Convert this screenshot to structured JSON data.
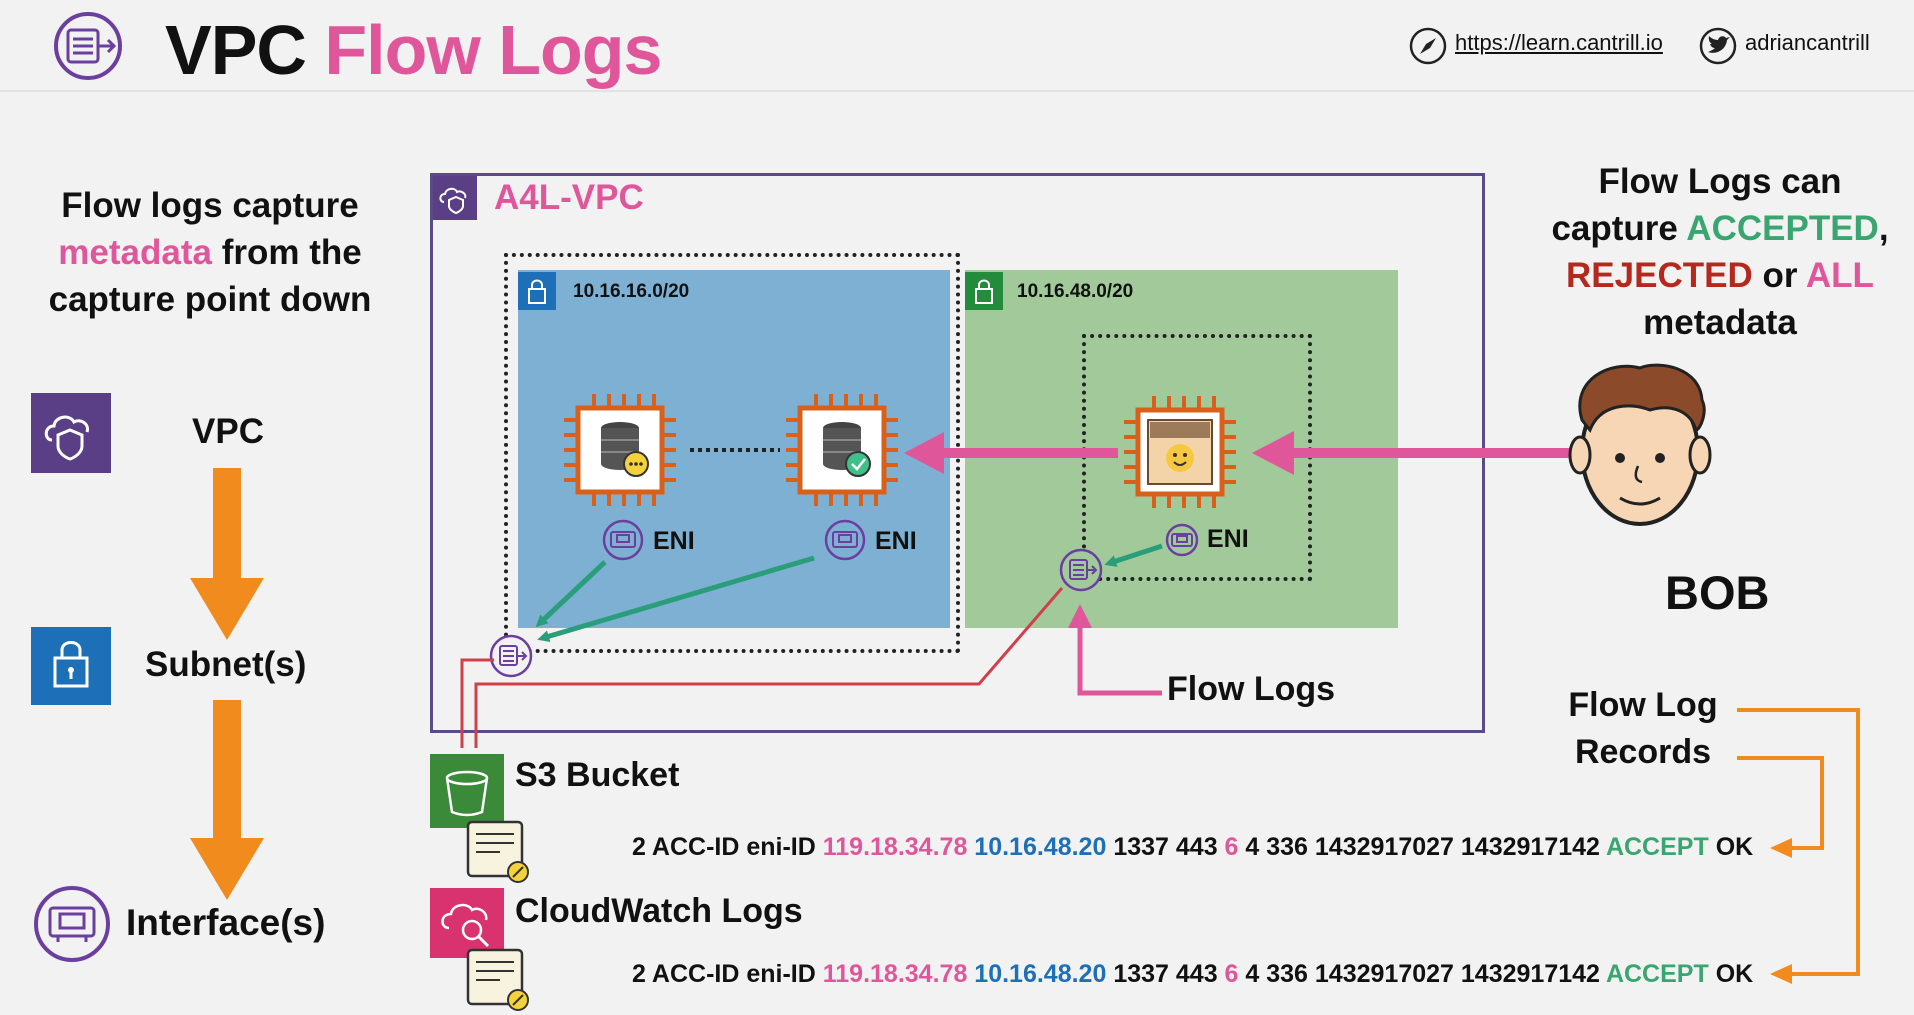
{
  "header": {
    "title_part1": "VPC",
    "title_part2": "Flow Logs",
    "link": "https://learn.cantrill.io",
    "handle": "adriancantrill",
    "title_icon": "flow-logs-icon",
    "link_icon": "compass-icon",
    "handle_icon": "twitter-icon"
  },
  "left": {
    "line1": "Flow logs capture",
    "line2_highlight": "metadata",
    "line2_rest": " from the",
    "line3": "capture point down",
    "vpc_label": "VPC",
    "subnet_label": "Subnet(s)",
    "interface_label": "Interface(s)"
  },
  "diagram": {
    "vpc_name": "A4L-VPC",
    "subnet_a": "10.16.16.0/20",
    "subnet_b": "10.16.48.0/20",
    "eni_label": "ENI",
    "flow_logs_label": "Flow Logs"
  },
  "right": {
    "line1": "Flow Logs can",
    "line2_pre": "capture ",
    "accepted": "ACCEPTED",
    "comma": ",",
    "rejected": "REJECTED",
    "or": " or ",
    "all": "ALL",
    "line4": "metadata",
    "bob": "BOB",
    "records_line1": "Flow Log",
    "records_line2": "Records"
  },
  "destinations": {
    "s3": "S3 Bucket",
    "cloudwatch": "CloudWatch Logs"
  },
  "record": {
    "prefix": "2 ACC-ID eni-ID ",
    "src_ip": "119.18.34.78",
    "dst_ip": "10.16.48.20",
    "ports": " 1337 443 ",
    "protocol": "6",
    "rest": " 4 336 1432917027 1432917142 ",
    "action": "ACCEPT",
    "status": " OK"
  },
  "colors": {
    "pink": "#e0569b",
    "green": "#3aa570",
    "red": "#b5281e",
    "blue": "#1d6fb8",
    "orange": "#f28b1e",
    "purple": "#5a4a86",
    "teal": "#2a9d7a"
  }
}
